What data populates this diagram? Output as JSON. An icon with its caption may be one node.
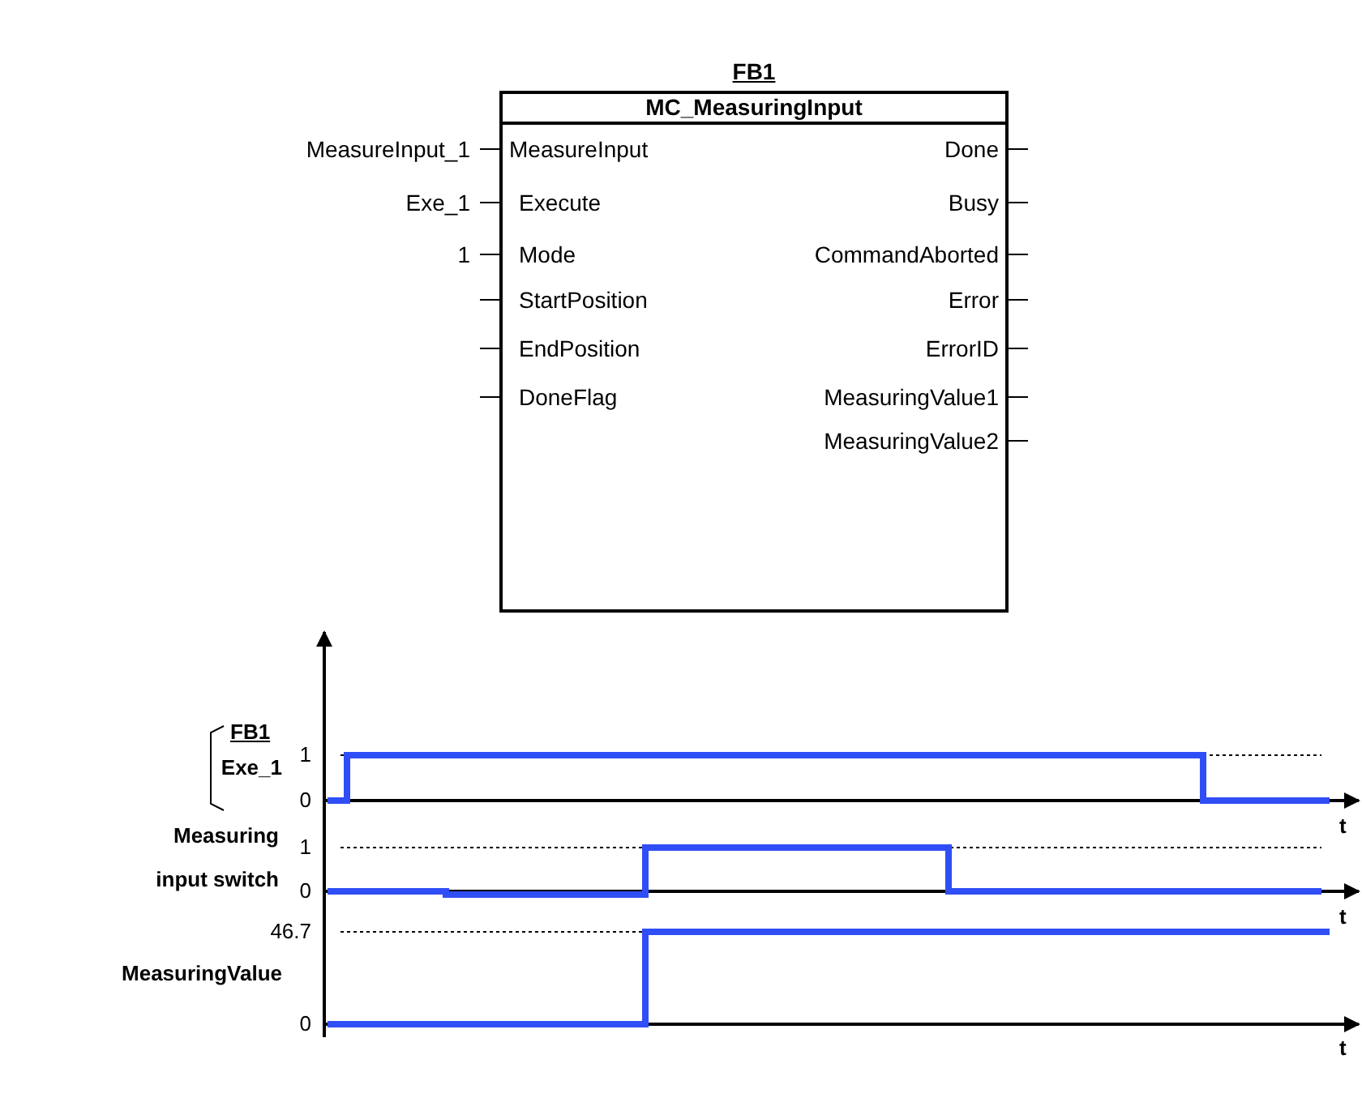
{
  "diagram": {
    "nodes": [
      {
        "text": [
          "FB1",
          "MC_MeasuringInput"
        ]
      },
      {
        "text": [
          "MeasureInput_1"
        ]
      },
      {
        "text": [
          "Exe_1"
        ]
      },
      {
        "text": [
          "1"
        ]
      }
    ],
    "edges": [
      {
        "from": 1,
        "to": 0,
        "arrow": "none"
      },
      {
        "from": 2,
        "to": 0,
        "arrow": "none"
      },
      {
        "from": 3,
        "to": 0,
        "arrow": "none"
      }
    ],
    "labels": [
      "MeasureInput",
      "Done",
      "Execute",
      "Busy",
      "Mode",
      "CommandAborted",
      "StartPosition",
      "Error",
      "EndPosition",
      "ErrorID",
      "DoneFlag",
      "MeasuringValue1",
      "MeasuringValue2",
      "FB1",
      "Exe_1",
      "1",
      "0",
      "t",
      "Measuring input switch",
      "1",
      "0",
      "t",
      "46.7",
      "MeasuringValue",
      "0",
      "t"
    ]
  }
}
